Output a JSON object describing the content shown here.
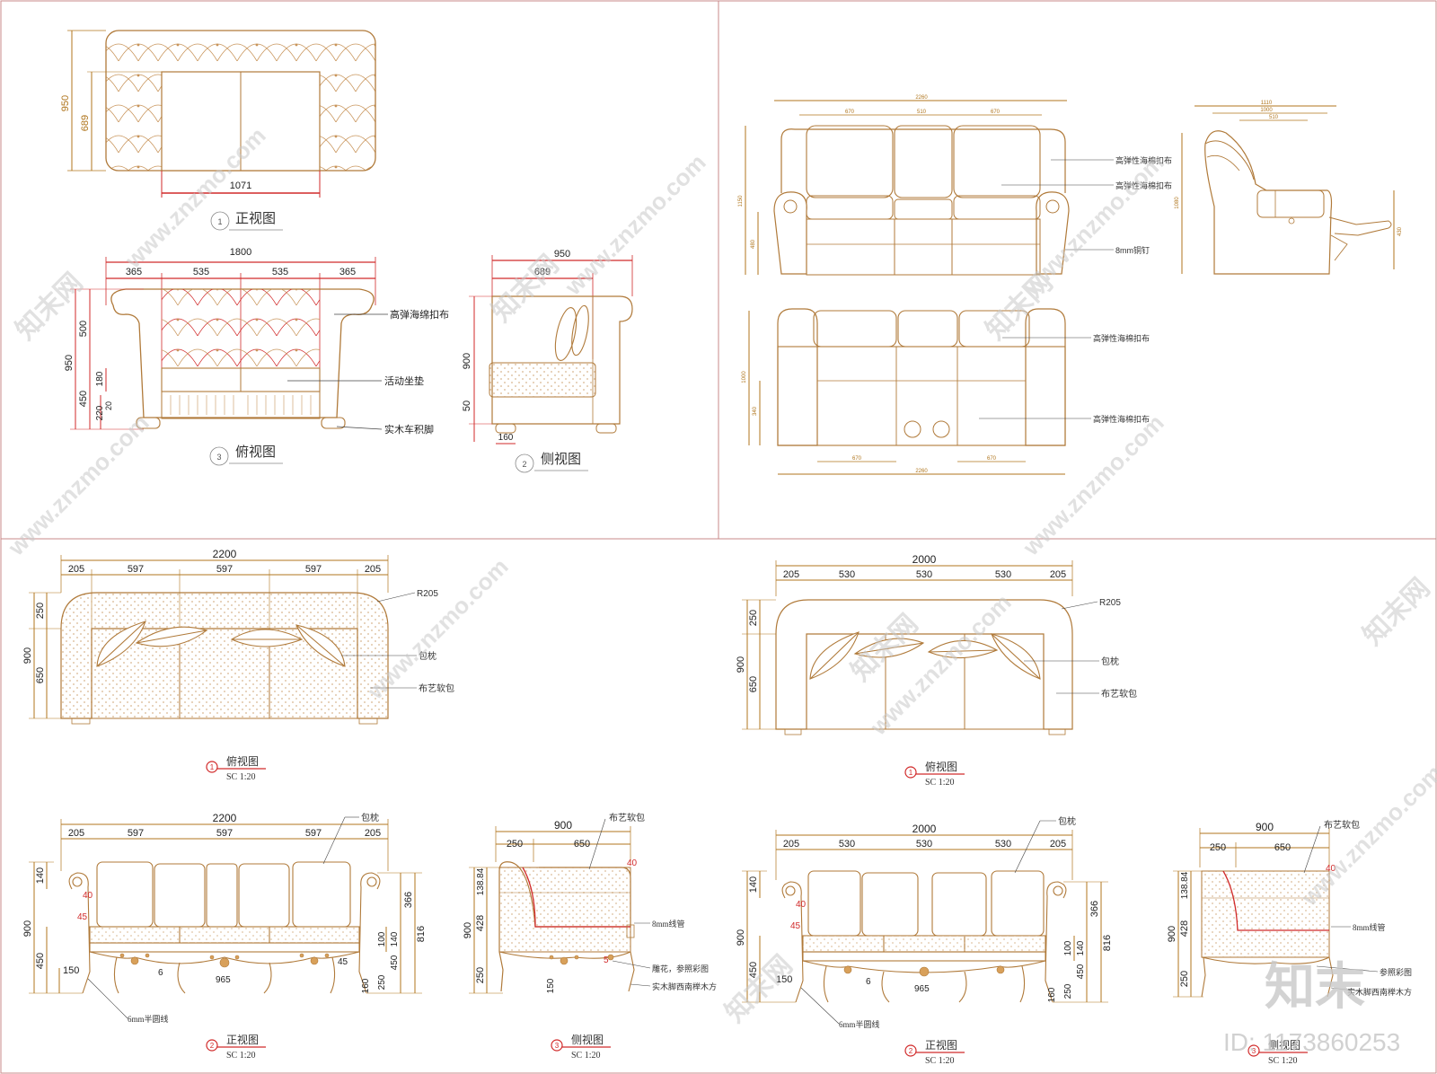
{
  "colors": {
    "line": "#b07a3a",
    "dim": "#b0761e",
    "red": "#d12a2a",
    "frame": "#c98a8a",
    "dot": "#d8b58e",
    "watermark": "#c9c9c9"
  },
  "panel_tl": {
    "plan_title": "正视图",
    "plan_num": "1",
    "plan_dims": {
      "w950": "950",
      "w689": "689",
      "w1071": "1071"
    },
    "front_title": "俯视图",
    "front_num": "3",
    "front_total": "1800",
    "front_segments": [
      "365",
      "535",
      "535",
      "365"
    ],
    "front_heights": {
      "h950": "950",
      "h500": "500",
      "h450": "450",
      "h180": "180",
      "h220": "220",
      "h20": "20"
    },
    "front_callouts": [
      "高弹海绵扣布",
      "活动坐垫",
      "实木车积脚"
    ],
    "side_title": "侧视图",
    "side_num": "2",
    "side_dims": {
      "d950": "950",
      "d689": "689",
      "d900": "900",
      "d50": "50",
      "d160": "160"
    }
  },
  "panel_tr": {
    "top_dims": {
      "total": "2260",
      "s1": "670",
      "s2": "510",
      "s3": "670"
    },
    "side_dims": {
      "h1": "1150",
      "h2": "480"
    },
    "callouts": [
      "高弹性海棉扣布",
      "高弹性海棉扣布",
      "8mm铜钉"
    ],
    "recliner_dims": {
      "total": "1110",
      "sub": "1000",
      "sub2": "510",
      "h": "1080",
      "leg": "430"
    },
    "back_dims": {
      "h1": "1000",
      "h2": "340",
      "b1": "670",
      "b2": "670",
      "total": "2260"
    },
    "back_callouts": [
      "高弹性海棉扣布",
      "高弹性海棉扣布"
    ]
  },
  "panel_bl": {
    "plan_total": "2200",
    "plan_segments": [
      "205",
      "597",
      "597",
      "597",
      "205"
    ],
    "plan_heights": [
      "250",
      "900",
      "650"
    ],
    "radius": "R205",
    "plan_callouts": [
      "包枕",
      "布艺软包"
    ],
    "plan_title": "俯视图",
    "plan_num": "1",
    "plan_scale": "SC 1:20",
    "front_total": "2200",
    "front_segments": [
      "205",
      "597",
      "597",
      "597",
      "205"
    ],
    "front_heights_left": [
      "140",
      "900",
      "450",
      "150"
    ],
    "front_heights_right": [
      "366",
      "816",
      "140",
      "100",
      "450",
      "250",
      "160"
    ],
    "front_small": [
      "40",
      "45",
      "6",
      "965",
      "45"
    ],
    "front_callouts": [
      "包枕",
      "6mm半圆线"
    ],
    "front_title": "正视图",
    "front_num": "2",
    "front_scale": "SC 1:20",
    "side_total": "900",
    "side_segments": [
      "250",
      "650"
    ],
    "side_heights": [
      "138.84",
      "900",
      "428",
      "250",
      "150"
    ],
    "side_small": [
      "40",
      "5"
    ],
    "side_callouts": [
      "布艺软包",
      "8mm线管",
      "雕花，参照彩图",
      "实木脚西南榉木方"
    ],
    "side_title": "侧视图",
    "side_num": "3",
    "side_scale": "SC 1:20"
  },
  "panel_br": {
    "plan_total": "2000",
    "plan_segments": [
      "205",
      "530",
      "530",
      "530",
      "205"
    ],
    "plan_heights": [
      "250",
      "900",
      "650"
    ],
    "radius": "R205",
    "plan_callouts": [
      "包枕",
      "布艺软包"
    ],
    "plan_title": "俯视图",
    "plan_num": "1",
    "plan_scale": "SC 1:20",
    "front_total": "2000",
    "front_segments": [
      "205",
      "530",
      "530",
      "530",
      "205"
    ],
    "front_heights_left": [
      "140",
      "900",
      "450",
      "150"
    ],
    "front_heights_right": [
      "366",
      "816",
      "140",
      "100",
      "450",
      "250",
      "160"
    ],
    "front_small": [
      "40",
      "45",
      "6",
      "965"
    ],
    "front_callouts": [
      "包枕",
      "6mm半圆线"
    ],
    "front_title": "正视图",
    "front_num": "2",
    "front_scale": "SC 1:20",
    "side_total": "900",
    "side_segments": [
      "250",
      "650"
    ],
    "side_heights": [
      "138.84",
      "900",
      "428",
      "250"
    ],
    "side_small": [
      "40"
    ],
    "side_callouts": [
      "布艺软包",
      "8mm线管",
      "参照彩图",
      "实木脚西南榉木方"
    ],
    "side_title": "侧视图",
    "side_num": "3",
    "side_scale": "SC 1:20"
  },
  "watermark": {
    "site": "www.znzmo.com",
    "brand": "知末网",
    "logo": "知末",
    "id": "ID: 1173860253"
  }
}
